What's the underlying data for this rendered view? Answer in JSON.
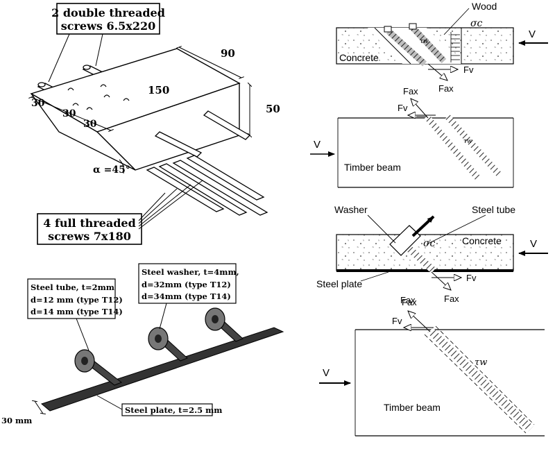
{
  "block": {
    "top_label_line1": "2 double threaded",
    "top_label_line2": "screws  6.5x220",
    "bottom_label_line1": "4 full threaded",
    "bottom_label_line2": "screws  7x180",
    "dim_90": "90",
    "dim_150": "150",
    "dim_50": "50",
    "dim_30a": "30",
    "dim_30b": "30",
    "dim_30c": "30",
    "angle": "α =45°"
  },
  "plate": {
    "tube_label": [
      "Steel tube, t=2mm",
      "d=12 mm (type T12)",
      "d=14 mm (type T14)"
    ],
    "washer_label": [
      "Steel washer, t=4mm,",
      "d=32mm (type T12)",
      "d=34mm (type T14)"
    ],
    "plate_label": "Steel plate, t=2.5 mm",
    "dim_30mm": "30 mm"
  },
  "panel1": {
    "wood": "Wood",
    "concrete": "Concrete",
    "sigma": "σc",
    "tau": "τw",
    "v": "V",
    "fv": "Fv",
    "fax": "Fax"
  },
  "panel2": {
    "fax": "Fax",
    "fv": "Fv",
    "v": "V",
    "tau": "τw",
    "timber": "Timber beam"
  },
  "panel3": {
    "washer": "Washer",
    "steel_tube": "Steel tube",
    "sigma": "σc",
    "concrete": "Concrete",
    "v": "V",
    "steel_plate": "Steel plate",
    "fv": "Fv",
    "fax1": "Fax",
    "fax2": "Fax"
  },
  "panel4": {
    "fax": "Fax",
    "fv": "Fv",
    "tau": "τw",
    "v": "V",
    "timber": "Timber beam"
  }
}
